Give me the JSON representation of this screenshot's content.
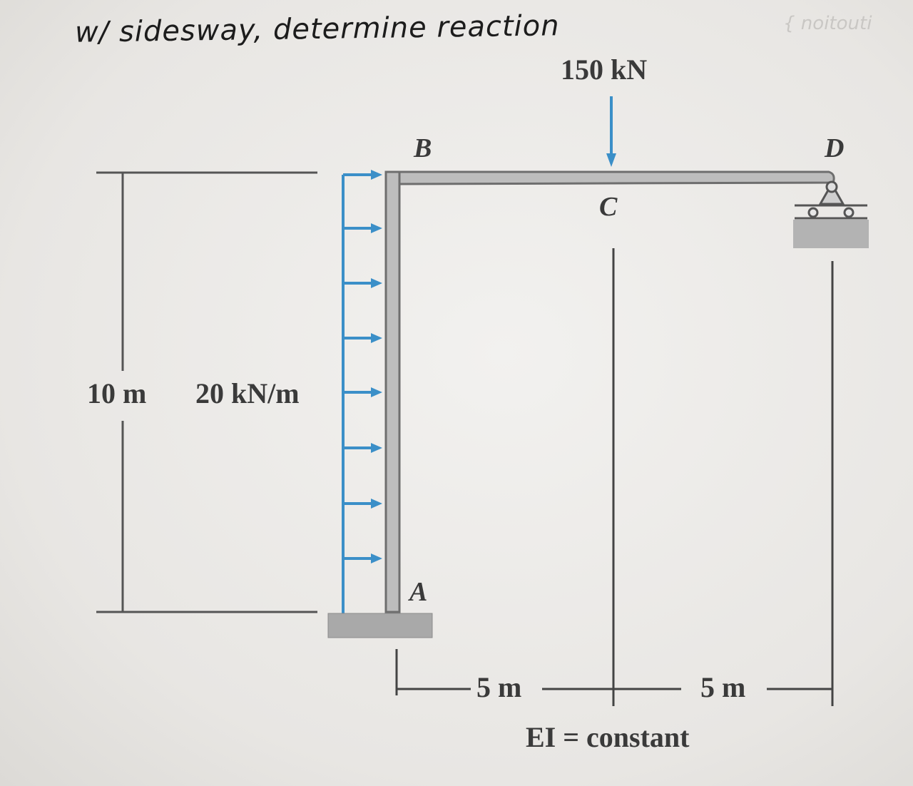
{
  "note": {
    "handwritten": "w/ sidesway, determine reaction",
    "faint_corner": "{ noitouti"
  },
  "loads": {
    "point_load": "150 kN",
    "distributed_load": "20 kN/m"
  },
  "nodes": {
    "a": "A",
    "b": "B",
    "c": "C",
    "d": "D"
  },
  "dimensions": {
    "height": "10 m",
    "span_left": "5 m",
    "span_right": "5 m"
  },
  "properties": {
    "stiffness": "EI = constant"
  },
  "colors": {
    "load_arrows": "#3b8fc8",
    "frame": "#8a8a8a",
    "text": "#3a3a3a",
    "handwriting": "#1c1c1c"
  }
}
